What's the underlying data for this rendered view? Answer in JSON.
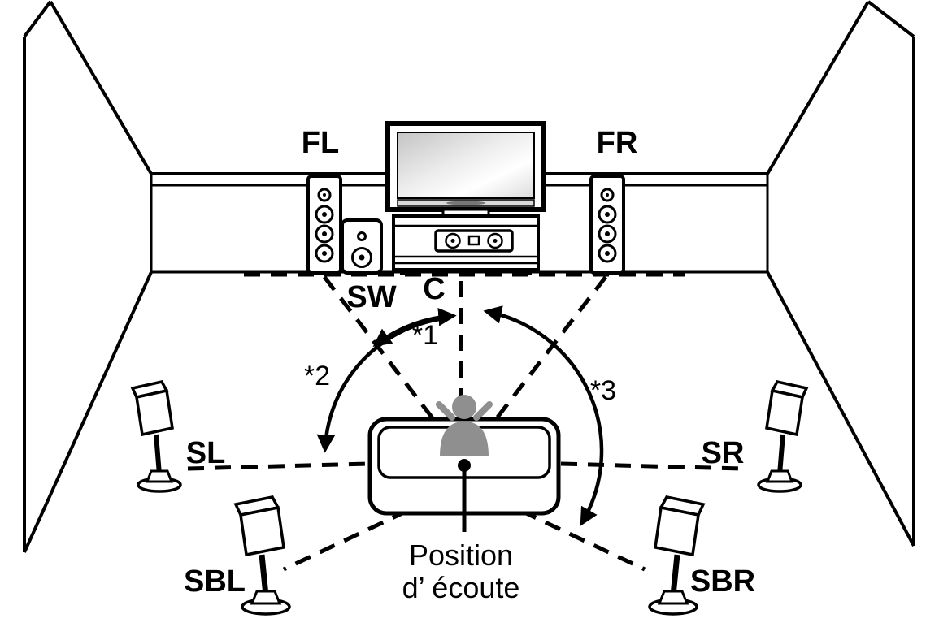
{
  "labels": {
    "fl": "FL",
    "fr": "FR",
    "sw": "SW",
    "c": "C",
    "sl": "SL",
    "sr": "SR",
    "sbl": "SBL",
    "sbr": "SBR",
    "angle1": "*1",
    "angle2": "*2",
    "angle3": "*3",
    "listening_line1": "Position",
    "listening_line2": "d’ écoute"
  },
  "colors": {
    "ink": "#000000",
    "person_silhouette": "#8f8f8f",
    "tv_bezel_band": "#d9d9d9",
    "background": "#ffffff"
  }
}
